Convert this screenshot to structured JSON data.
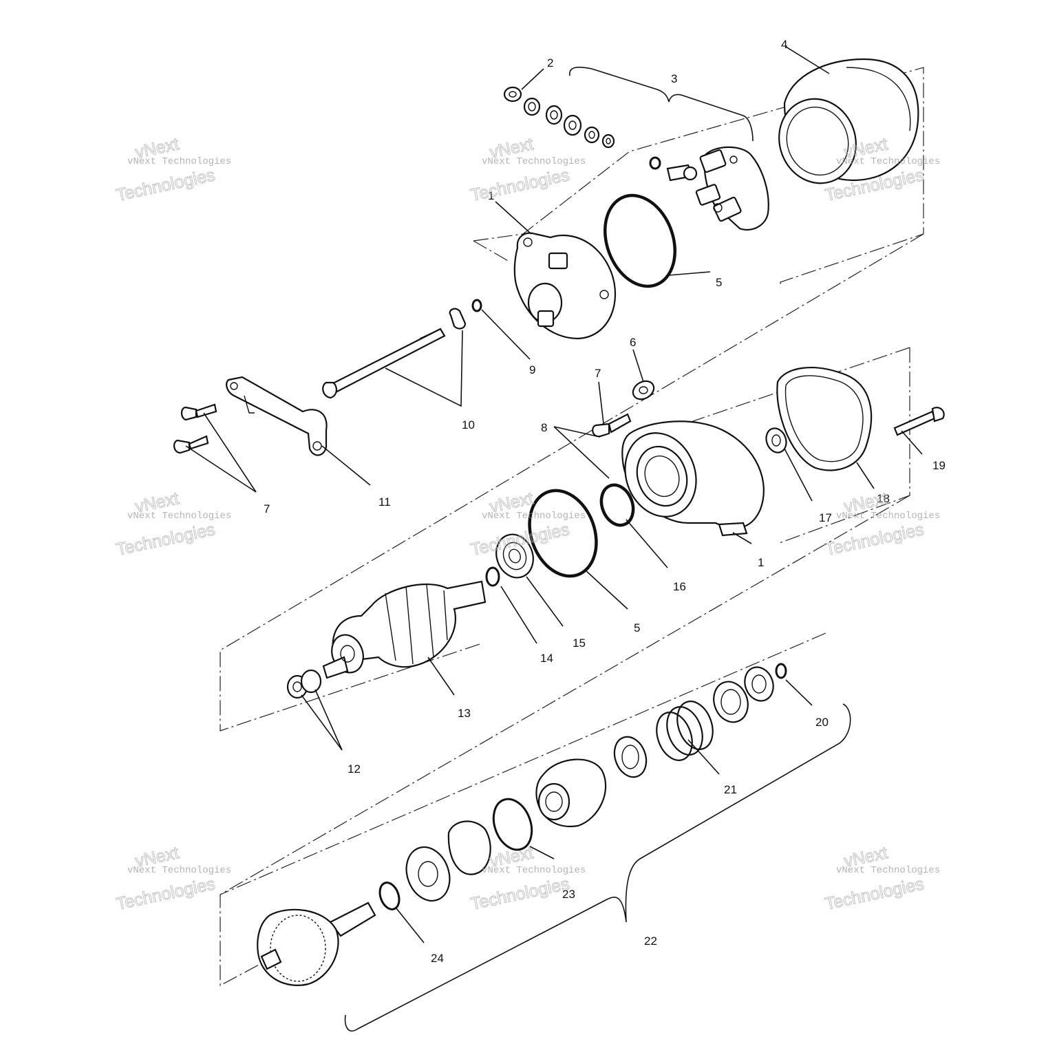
{
  "diagram": {
    "callouts": [
      "1",
      "2",
      "3",
      "4",
      "5",
      "6",
      "7",
      "8",
      "9",
      "10",
      "11",
      "12",
      "13",
      "14",
      "15",
      "16",
      "17",
      "18",
      "19",
      "20",
      "21",
      "22",
      "23",
      "24"
    ],
    "watermark": {
      "line1": "vNext",
      "line2": "vNext Technologies",
      "line3": "Technologies"
    }
  }
}
